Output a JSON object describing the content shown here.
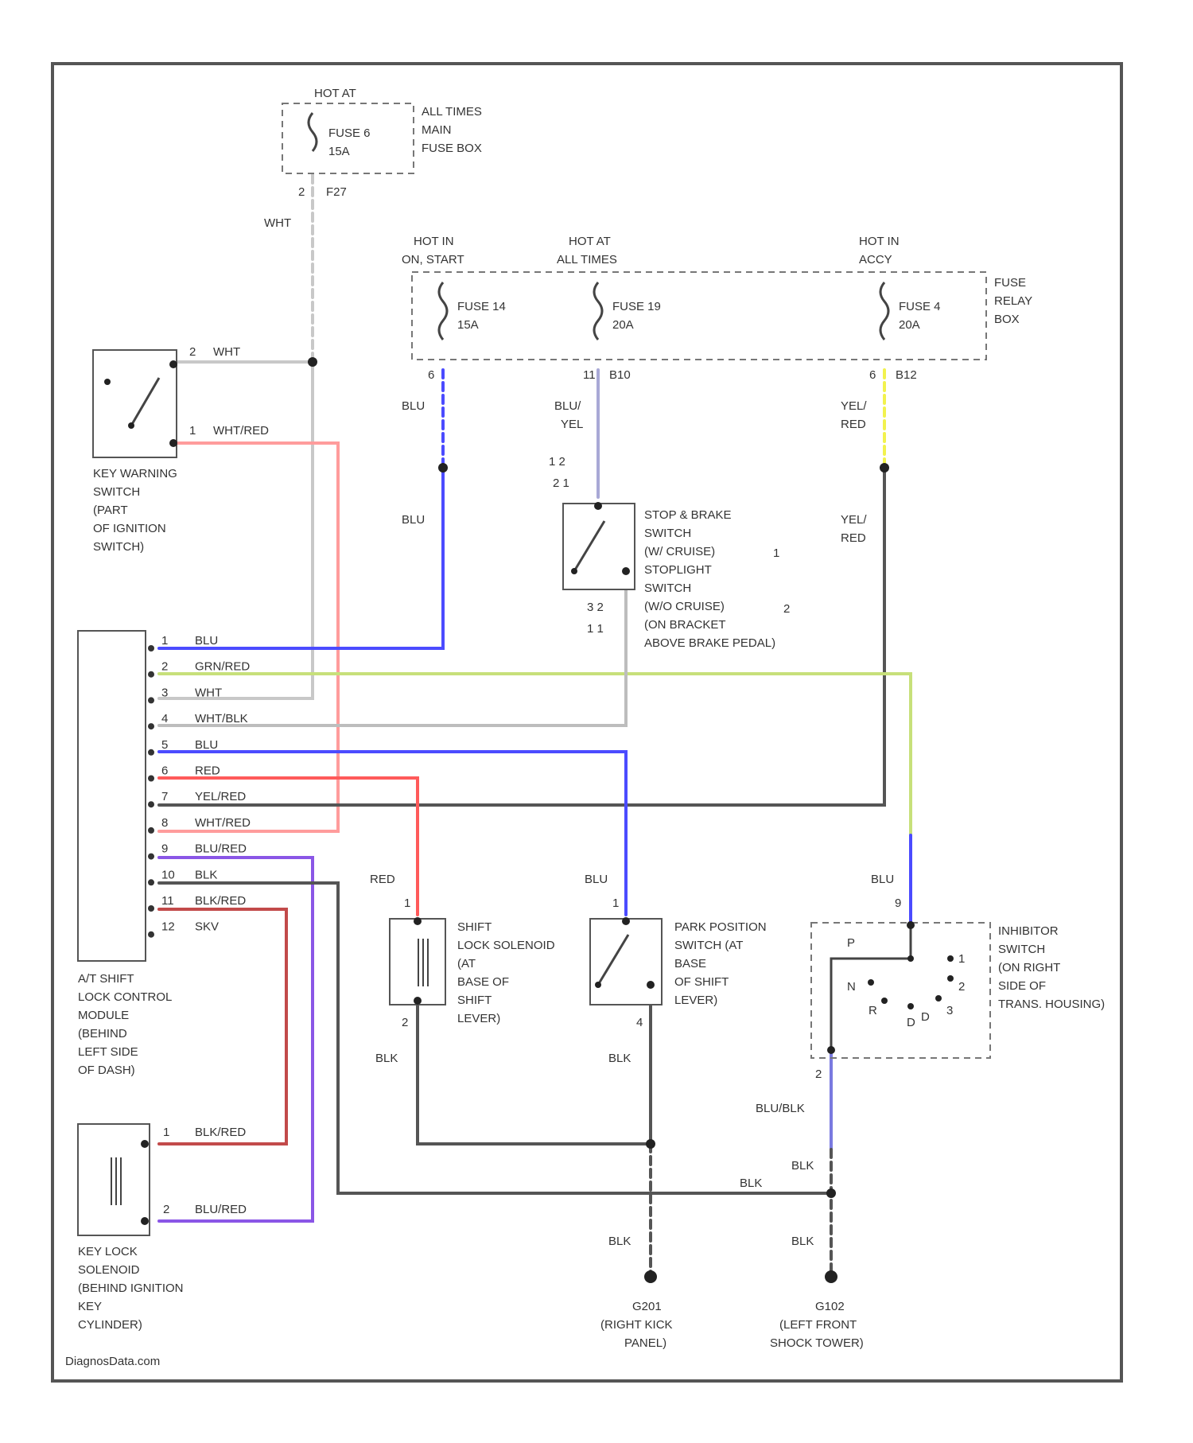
{
  "colors": {
    "BLU": "#4b4bff",
    "BLU_RED": "#8a56e6",
    "WHT": "#c8c8c8",
    "WHT_RED": "#ff9c9c",
    "WHT_BLK": "#bdbdbd",
    "RED": "#ff5a5a",
    "YEL_RED": "#555555",
    "GRN_RED": "#c7e07a",
    "BLK": "#555555",
    "BLK_RED": "#c24a4a",
    "BLU_BLK": "#7a7ae0",
    "BLU_YEL": "#a9a9d6",
    "YEL": "#f2f24e"
  },
  "labels": {
    "fuse_main_hot": "HOT AT",
    "fuse_main_fuse": "FUSE 6",
    "fuse_main_amp": "15A",
    "fuse_main_box1": "ALL TIMES",
    "fuse_main_box2": "MAIN",
    "fuse_main_box3": "FUSE BOX",
    "fuse_main_pin": "2",
    "fuse_main_conn": "F27",
    "wht_top": "WHT",
    "hot_start_1": "HOT IN",
    "hot_start_2": "ON, START",
    "hot_all_1": "HOT AT",
    "hot_all_2": "ALL TIMES",
    "hot_acc_1": "HOT IN",
    "hot_acc_2": "ACCY",
    "fuse14": "FUSE 14",
    "fuse14a": "15A",
    "fuse19": "FUSE 19",
    "fuse19a": "20A",
    "fuse4": "FUSE 4",
    "fuse4a": "20A",
    "relay1": "FUSE",
    "relay2": "RELAY",
    "relay3": "BOX",
    "pin6a": "6",
    "pin11": "11",
    "conn_b10": "B10",
    "pin6b": "6",
    "conn_b12": "B12",
    "blu1": "BLU",
    "blu_yel_1": "BLU/",
    "blu_yel_2": "YEL",
    "yel_red_1a": "YEL/",
    "yel_red_1b": "RED",
    "blu2": "BLU",
    "yel_red_2a": "YEL/",
    "yel_red_2b": "RED",
    "sw_pins_1": "1  2",
    "sw_pins_2": "2  1",
    "sw_pins_3": "3  2",
    "sw_pins_4": "1  1",
    "stop1": "STOP & BRAKE",
    "stop2": "SWITCH",
    "stop3": "(W/ CRUISE)",
    "stop4": "STOPLIGHT",
    "stop5": "SWITCH",
    "stop6": "(W/O CRUISE)",
    "stop7": "(ON BRACKET",
    "stop8": "ABOVE BRAKE PEDAL)",
    "stop_n1": "1",
    "stop_n2": "2",
    "kw_pin2": "2",
    "kw_wht": "WHT",
    "kw_pin1": "1",
    "kw_whtred": "WHT/RED",
    "kw1": "KEY WARNING",
    "kw2": "SWITCH",
    "kw3": "(PART",
    "kw4": "OF IGNITION",
    "kw5": "SWITCH)",
    "m_pins": [
      "1",
      "2",
      "3",
      "4",
      "5",
      "6",
      "7",
      "8",
      "9",
      "10",
      "11",
      "12"
    ],
    "m_wires": [
      "BLU",
      "GRN/RED",
      "WHT",
      "WHT/BLK",
      "BLU",
      "RED",
      "YEL/RED",
      "WHT/RED",
      "BLU/RED",
      "BLK",
      "BLK/RED",
      "SKV"
    ],
    "mod1": "A/T SHIFT",
    "mod2": "LOCK CONTROL",
    "mod3": "MODULE",
    "mod4": "(BEHIND",
    "mod5": "LEFT SIDE",
    "mod6": "OF DASH)",
    "red_lbl": "RED",
    "pin1_sol": "1",
    "pin2_sol": "2",
    "sol1": "SHIFT",
    "sol2": "LOCK SOLENOID",
    "sol3": "(AT",
    "sol4": "BASE OF",
    "sol5": "SHIFT",
    "sol6": "LEVER)",
    "blu_pps": "BLU",
    "pin1_pps": "1",
    "pin4_pps": "4",
    "pps1": "PARK POSITION",
    "pps2": "SWITCH (AT",
    "pps3": "BASE",
    "pps4": "OF SHIFT",
    "pps5": "LEVER)",
    "blu_inh": "BLU",
    "pin9_inh": "9",
    "inh1": "INHIBITOR",
    "inh2": "SWITCH",
    "inh3": "(ON RIGHT",
    "inh4": "SIDE OF",
    "inh5": "TRANS. HOUSING)",
    "inh_P": "P",
    "inh_R": "R",
    "inh_N": "N",
    "inh_D": "D",
    "inh_1": "1",
    "inh_2": "2",
    "inh_3": "3",
    "inh_D4": "D",
    "inh_pin2": "2",
    "blk_sol": "BLK",
    "blk_pps": "BLK",
    "blu_blk": "BLU/BLK",
    "blk_inh": "BLK",
    "blk_bus": "BLK",
    "blk_g1": "BLK",
    "blk_g2": "BLK",
    "g1a": "G201",
    "g1b": "(RIGHT KICK",
    "g1c": "PANEL)",
    "g2a": "G102",
    "g2b": "(LEFT FRONT",
    "g2c": "SHOCK TOWER)",
    "kl_pin1": "1",
    "kl_blkred": "BLK/RED",
    "kl_pin2": "2",
    "kl_blured": "BLU/RED",
    "kl1": "KEY LOCK",
    "kl2": "SOLENOID",
    "kl3": "(BEHIND IGNITION",
    "kl4": "KEY",
    "kl5": "CYLINDER)",
    "brand": "DiagnosData.com"
  }
}
